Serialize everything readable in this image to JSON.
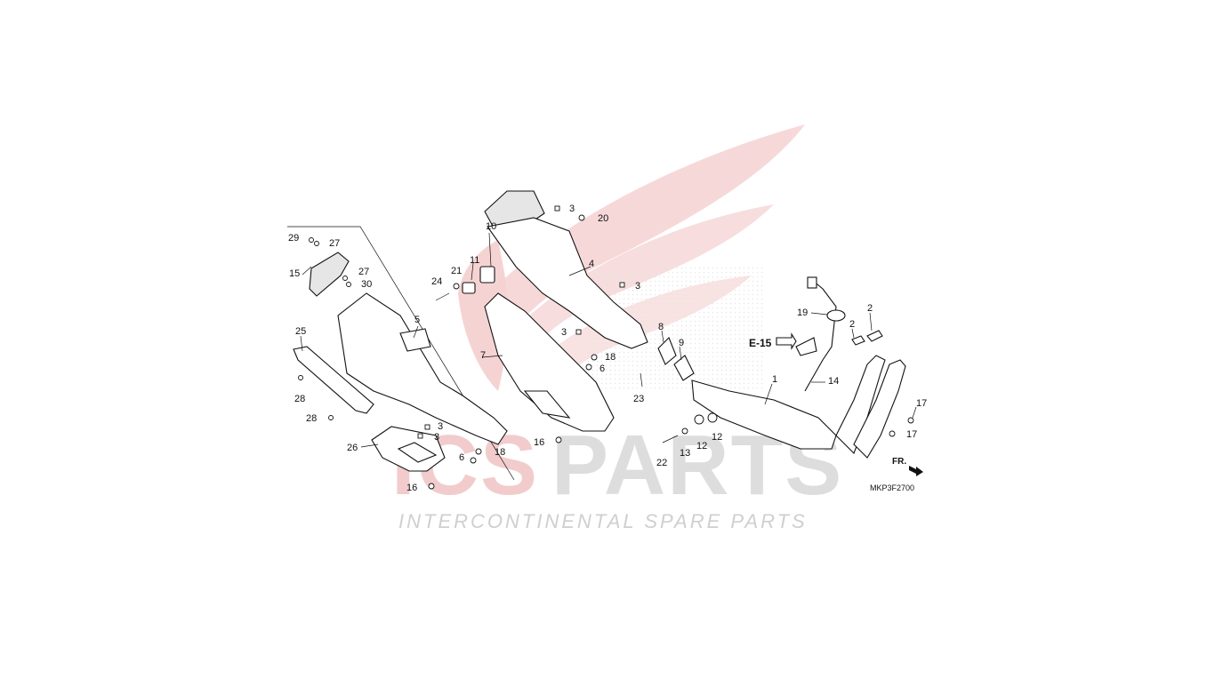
{
  "diagram": {
    "code": "MKP3F2700",
    "reference": "E-15",
    "direction": "FR.",
    "colors": {
      "ink": "#111111",
      "watermark_red": "#e9a3a3",
      "watermark_grey": "#c8c8c8",
      "dots": "#d0d0d0"
    }
  },
  "watermark": {
    "brand": "ICSPARTS",
    "tagline": "INTERCONTINENTAL SPARE PARTS"
  },
  "callouts": [
    "1",
    "2",
    "2",
    "3",
    "3",
    "3",
    "3",
    "3",
    "4",
    "5",
    "6",
    "6",
    "7",
    "8",
    "9",
    "10",
    "11",
    "12",
    "12",
    "13",
    "14",
    "15",
    "16",
    "16",
    "17",
    "17",
    "18",
    "18",
    "19",
    "20",
    "21",
    "22",
    "23",
    "24",
    "25",
    "26",
    "27",
    "27",
    "28",
    "28",
    "29",
    "30"
  ]
}
